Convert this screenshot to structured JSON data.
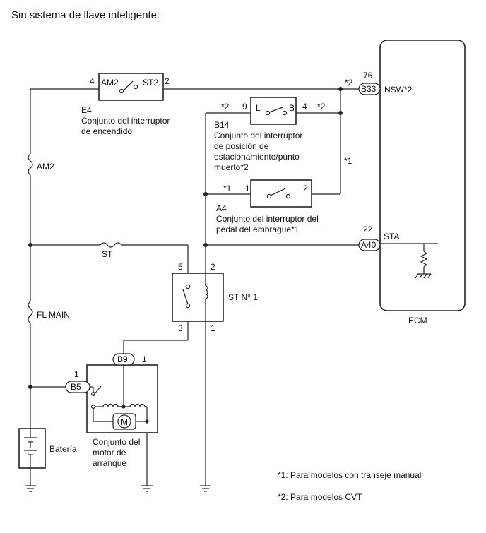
{
  "title": "Sin sistema de llave inteligente:",
  "e4": {
    "name_lines": [
      "E4",
      "Conjunto del interruptor",
      "de encendido"
    ],
    "left_label": "AM2",
    "right_label": "ST2",
    "pin_left": "4",
    "pin_right": "2"
  },
  "b14": {
    "name_lines": [
      "B14",
      "Conjunto del interruptor",
      "de posición de",
      "estacionamiento/punto",
      "muerto*2"
    ],
    "left_label": "L",
    "right_label": "B",
    "pin_left": "9",
    "pin_right": "4",
    "note_left": "*2",
    "note_right": "*2"
  },
  "a4": {
    "name_lines": [
      "A4",
      "Conjunto del interruptor del",
      "pedal del embrague*1"
    ],
    "pin_left": "1",
    "pin_right": "2",
    "note_left": "*1"
  },
  "ecm": {
    "label": "ECM",
    "nsw_connector": "B33",
    "nsw_pin": "76",
    "nsw_note": "*2",
    "nsw_label": "NSW*2",
    "sta_connector": "A40",
    "sta_pin": "22",
    "sta_label": "STA"
  },
  "relay": {
    "label": "ST N° 1",
    "pin5": "5",
    "pin2": "2",
    "pin3": "3",
    "pin1": "1"
  },
  "fuses": {
    "am2": "AM2",
    "st": "ST",
    "fl_main": "FL MAIN"
  },
  "starter": {
    "name_lines": [
      "Conjunto del",
      "motor de",
      "arranque"
    ],
    "b9_connector": "B9",
    "b9_pin": "1",
    "b5_connector": "B5",
    "b5_pin": "1",
    "motor_symbol": "M"
  },
  "battery": {
    "label": "Batería"
  },
  "note_star1": "*1",
  "footnotes": [
    "*1: Para modelos con transeje manual",
    "*2: Para modelos CVT"
  ]
}
